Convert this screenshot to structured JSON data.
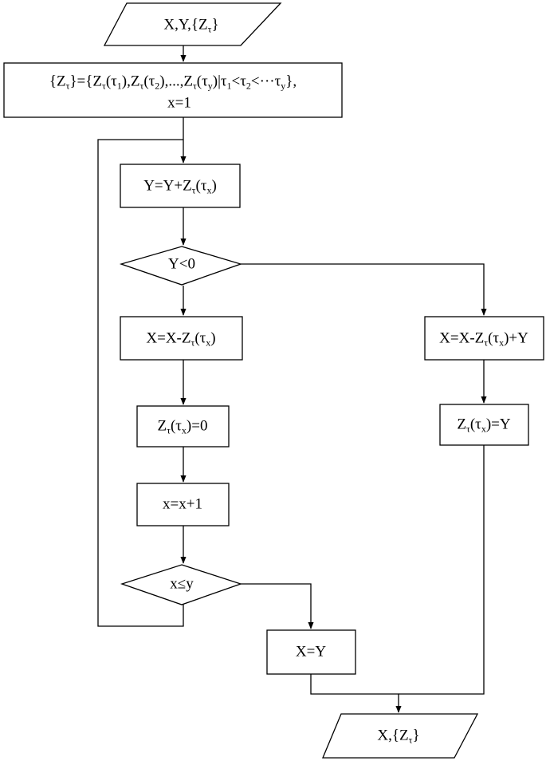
{
  "nodes": {
    "input": {
      "text": "X,Y,{Z<sub>τ</sub>}"
    },
    "init_line1": {
      "text": "{Z<sub>τ</sub>}={Z<sub>τ</sub>(τ<sub>1</sub>),Z<sub>τ</sub>(τ<sub>2</sub>),...,Z<sub>τ</sub>(τ<sub>y</sub>)|τ<sub>1</sub>&lt;τ<sub>2</sub>&lt;···τ<sub>y</sub>},"
    },
    "init_line2": {
      "text": "x=1"
    },
    "update_y": {
      "text": "Y=Y+Z<sub>τ</sub>(τ<sub>x</sub>)"
    },
    "decision_y": {
      "text": "Y&lt;0"
    },
    "update_x_left": {
      "text": "X=X-Z<sub>τ</sub>(τ<sub>x</sub>)"
    },
    "update_x_right": {
      "text": "X=X-Z<sub>τ</sub>(τ<sub>x</sub>)+Y"
    },
    "zero_z": {
      "text": "Z<sub>τ</sub>(τ<sub>x</sub>)=0"
    },
    "set_z_y": {
      "text": "Z<sub>τ</sub>(τ<sub>x</sub>)=Y"
    },
    "increment": {
      "text": "x=x+1"
    },
    "decision_x": {
      "text": "x≤y"
    },
    "assign": {
      "text": "X=Y"
    },
    "output": {
      "text": "X,{Z<sub>τ</sub>}"
    }
  }
}
